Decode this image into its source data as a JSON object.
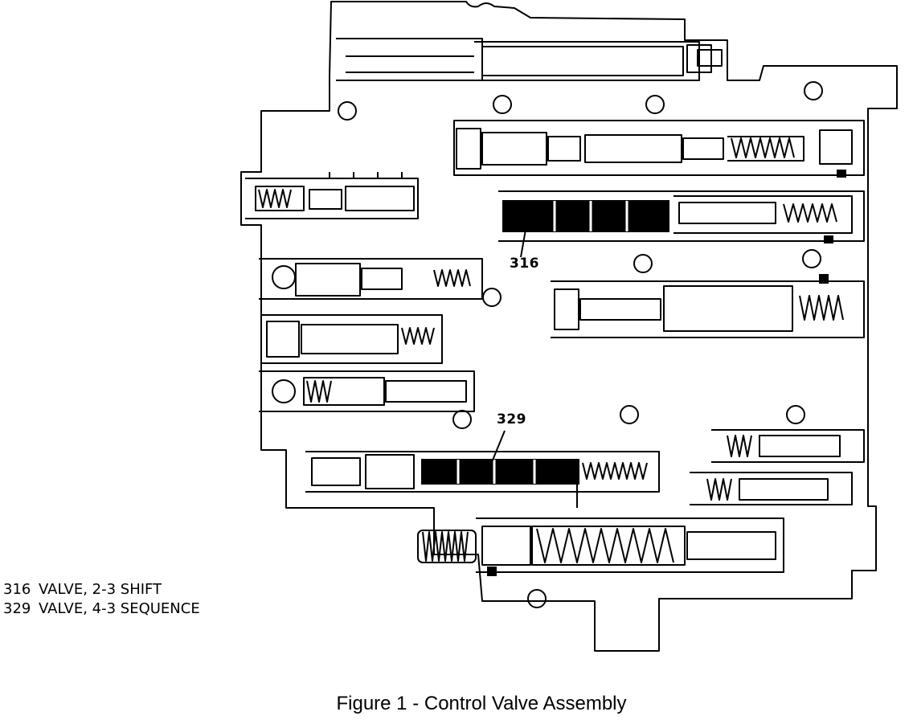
{
  "callouts": [
    {
      "number": "316",
      "part": "VALVE, 2-3 SHIFT"
    },
    {
      "number": "329",
      "part": "VALVE, 4-3 SEQUENCE"
    }
  ],
  "legend": [
    {
      "number": "316",
      "text": "VALVE, 2-3 SHIFT"
    },
    {
      "number": "329",
      "text": "VALVE, 4-3 SEQUENCE"
    }
  ],
  "caption": "Figure 1 - Control Valve Assembly"
}
